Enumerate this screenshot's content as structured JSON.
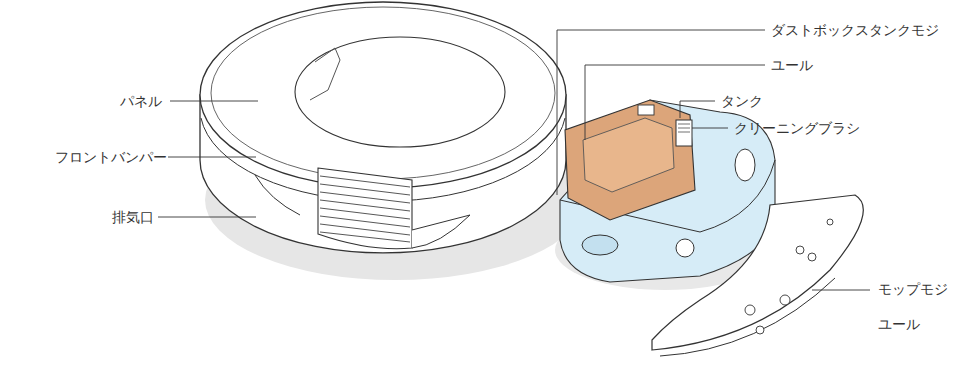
{
  "diagram": {
    "labels": [
      "パネル",
      "フロントバンパー",
      "排気口",
      "ダストボックスタンクモジ",
      "ユール",
      "タンク",
      "クリーニングブラシ",
      "モップモジ ユール"
    ]
  }
}
